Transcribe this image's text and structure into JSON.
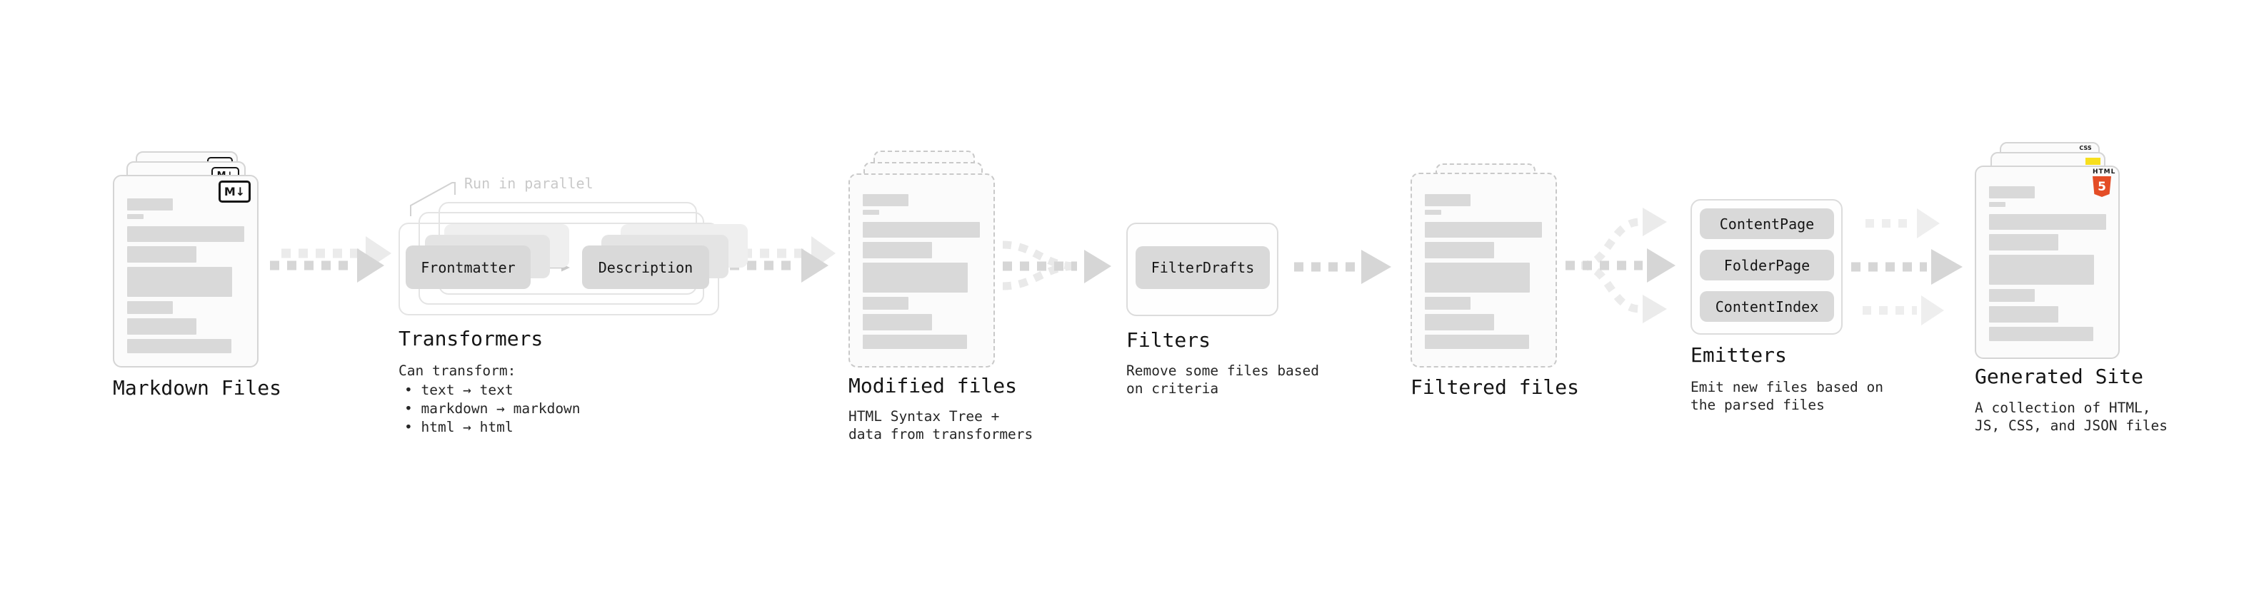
{
  "diagram": {
    "nodes": {
      "markdown_files": {
        "label": "Markdown Files",
        "badge": "M↓"
      },
      "transformers": {
        "title": "Transformers",
        "note": "Run in parallel",
        "pills": [
          "Frontmatter",
          "Description"
        ],
        "description_heading": "Can transform:",
        "bullets": [
          "• text → text",
          "• markdown → markdown",
          "• html → html"
        ]
      },
      "modified_files": {
        "title": "Modified files",
        "subtitle": "HTML Syntax Tree +\ndata from transformers"
      },
      "filters": {
        "title": "Filters",
        "pill": "FilterDrafts",
        "subtitle": "Remove some files based\non criteria"
      },
      "filtered_files": {
        "title": "Filtered files"
      },
      "emitters": {
        "title": "Emitters",
        "pills": [
          "ContentPage",
          "FolderPage",
          "ContentIndex"
        ],
        "subtitle": "Emit new files based on\nthe parsed files"
      },
      "generated_site": {
        "title": "Generated Site",
        "subtitle": "A collection of HTML,\nJS, CSS, and JSON files",
        "css_badge": "CSS",
        "html_badge": "HTML",
        "html_badge_number": "5"
      }
    },
    "colors": {
      "placeholder_gray": "#d9d9d9",
      "arrow_gray": "#d6d6d6",
      "arrow_light_gray": "#ebebeb",
      "html5_orange": "#e44d26",
      "js_yellow": "#f7df1e",
      "css_blue": "#2f68e8"
    }
  }
}
